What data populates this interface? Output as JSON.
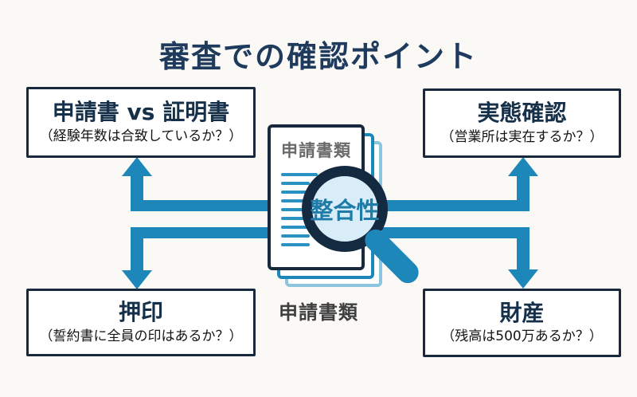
{
  "title": "審査での確認ポイント",
  "boxes": [
    {
      "id": "application-vs-certificate",
      "title": "申請書 vs 証明書",
      "subtitle": "（経験年数は合致しているか？）"
    },
    {
      "id": "actual-condition-check",
      "title": "実態確認",
      "subtitle": "（営業所は実在するか？）"
    },
    {
      "id": "seal",
      "title": "押印",
      "subtitle": "（誓約書に全員の印はあるか？）"
    },
    {
      "id": "assets",
      "title": "財産",
      "subtitle": "（残高は500万あるか？）"
    }
  ],
  "center": {
    "page_header": "申請書類",
    "magnifier_label": "整合性",
    "stack_caption": "申請書類"
  },
  "colors": {
    "background": "#faf9f6",
    "navy_border": "#18293d",
    "title_text": "#1e3a5c",
    "arrow_teal": "#1d87ba",
    "lens_fill": "#d9edf8",
    "lens_text": "#1f7ca8",
    "page_header_text": "#6a6a6a",
    "caption_text": "#3f3f3f"
  }
}
